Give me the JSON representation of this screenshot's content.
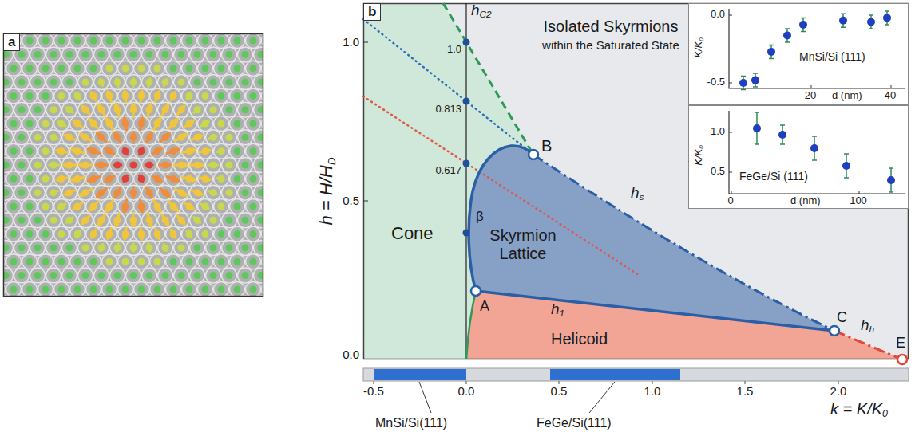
{
  "diagram": {
    "nodes": [
      {
        "text": [
          "a"
        ]
      },
      {
        "text": [
          "b"
        ]
      },
      {
        "text": [
          "Cone"
        ],
        "in": 1
      },
      {
        "text": [
          "Isolated Skyrmions",
          "within the Saturated State"
        ],
        "in": 1
      },
      {
        "text": [
          "Skyrmion Lattice"
        ],
        "in": 1
      },
      {
        "text": [
          "Helicoid"
        ],
        "in": 1
      },
      {
        "text": [
          "MnSi/Si (111)"
        ],
        "in": 1
      },
      {
        "text": [
          "FeGe/Si (111)"
        ],
        "in": 1
      }
    ],
    "labels": [
      "h",
      "C2",
      "1.0",
      "0.813",
      "0.617",
      "β",
      "A",
      "B",
      "C",
      "E",
      "h",
      "s",
      "h",
      "1",
      "h",
      "h",
      "h = H/H",
      "D",
      "1.0",
      "0.5",
      "0.0",
      "-0.5",
      "0.0",
      "0.5",
      "1.0",
      "1.5",
      "2.0",
      "k = K/K",
      "0",
      "MnSi/Si(111)",
      "FeGe/Si(111)",
      "K/K",
      "0",
      "0.0",
      "-0.5",
      "20",
      "d (nm)",
      "40",
      "K/K",
      "0",
      "1.0",
      "0.5",
      "0",
      "d (nm)",
      "100"
    ]
  }
}
